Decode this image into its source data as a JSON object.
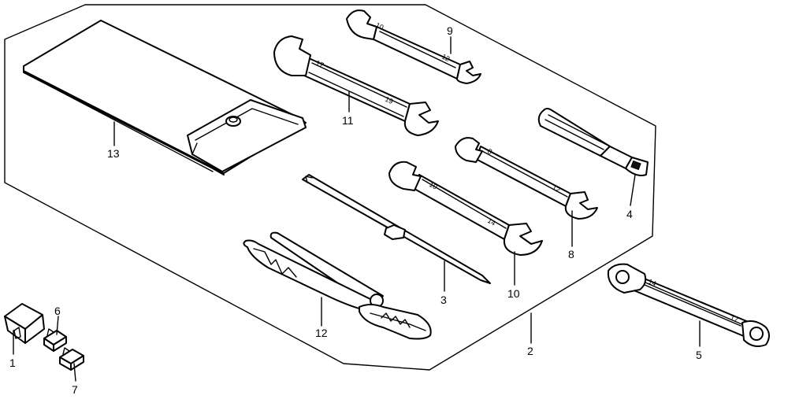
{
  "callouts": {
    "p1": "1",
    "p2": "2",
    "p3": "3",
    "p4": "4",
    "p5": "5",
    "p6": "6",
    "p7": "7",
    "p8": "8",
    "p9": "9",
    "p10": "10",
    "p11": "11",
    "p12": "12",
    "p13": "13"
  },
  "stamps": {
    "w9_a": "10",
    "w9_b": "12",
    "w11_a": "17",
    "w11_b": "19",
    "w8_a": "8",
    "w8_b": "12",
    "w10_a": "10",
    "w10_b": "14",
    "w5_a": "14",
    "w5_b": "17"
  }
}
